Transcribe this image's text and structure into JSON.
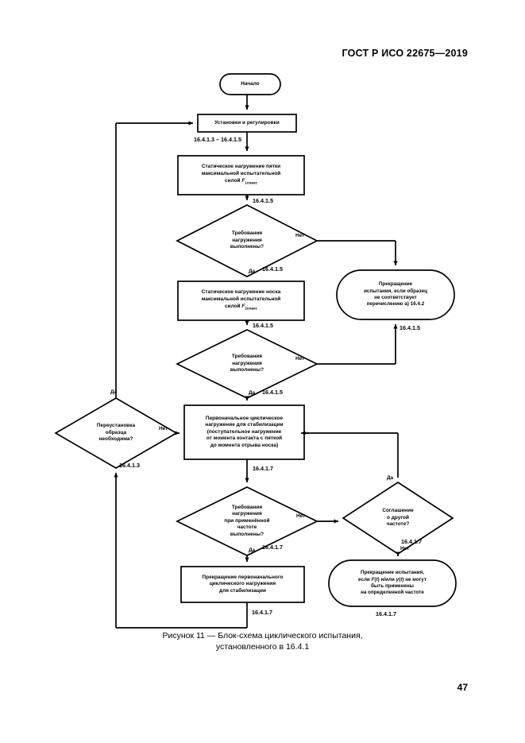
{
  "document": {
    "header": "ГОСТ Р ИСО 22675—2019",
    "page_number": "47"
  },
  "figure": {
    "caption_line1": "Рисунок 11 — Блок-схема циклического испытания,",
    "caption_line2": "установленного в 16.4.1"
  },
  "flowchart": {
    "nodes": {
      "start": "Начало",
      "setup": "Установки и регулировки",
      "static_heel": "Статическое нагружение пятки максимальной испытательной силой F1смакс",
      "decision1": "Требования нагружения выполнены?",
      "terminate_a": "Прекращение испытания, если образец не соответствует перечислению а) 16.4.2",
      "static_toe": "Статическое нагружение носка максимальной испытательной силой F2смакс",
      "decision2": "Требования нагружения выполнены?",
      "reposition": "Переустановка образца необходима?",
      "cyclic_init": "Первоначальное циклическое нагружение для стабилизации (поступательное нагружение от момента контакта с пяткой до момента отрыва носка)",
      "decision_freq": "Требования нагружения при применённой частоте выполнены?",
      "decision_agreement": "Соглашение о другой частоте?",
      "cyclic_stop": "Прекращение первоначального циклического нагружения для стабилизации",
      "terminate_freq": "Прекращение испытания, если F(t) и/или y(t) не могут быть применены на определенной частоте"
    },
    "edge_labels": {
      "no1": "Нет",
      "yes1": "Да",
      "no2": "Нет",
      "yes2": "Да",
      "yes_reposition": "Да",
      "no_reposition": "Нет",
      "no_freq": "Нет",
      "yes_freq": "Да",
      "yes_agreement": "Да",
      "no_agreement": "Нет"
    },
    "clause_labels": {
      "setup_to_static": "16.4.1.3 – 16.4.1.5",
      "static_heel_to_d1": "16.4.1.5",
      "d1_yes": "16.4.1.5",
      "terminate_a_in": "16.4.1.5",
      "static_toe_to_d2": "16.4.1.5",
      "d2_yes": "16.4.1.5",
      "reposition_bottom": "16.4.1.3",
      "cyclic_to_freq": "16.4.1.7",
      "freq_yes": "16.4.1.7",
      "agreement_bottom": "16.4.1.7",
      "cyclic_stop_bottom": "16.4.1.7",
      "terminate_freq_bottom": "16.4.1.7"
    }
  }
}
